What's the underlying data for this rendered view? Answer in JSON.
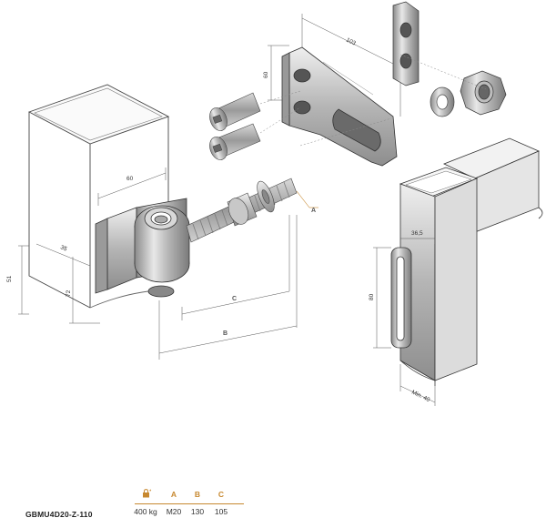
{
  "diagram": {
    "dimensions": {
      "post_width": "60",
      "post_depth": "35",
      "plate_height": "51",
      "side_height": "72",
      "bracket_length": "103",
      "bracket_height": "60",
      "gate_post_width": "36,5",
      "slot_height": "80",
      "gate_min": "Min. 40"
    },
    "labels": {
      "a": "A",
      "b": "B",
      "c": "C"
    }
  },
  "spec": {
    "product_code": "GBMU4D20-Z-110",
    "weight_icon": "weight-lock-icon",
    "headers": {
      "a": "A",
      "b": "B",
      "c": "C"
    },
    "values": {
      "weight": "400 kg",
      "a": "M20",
      "b": "130",
      "c": "105"
    },
    "accent_color": "#c7882f"
  }
}
